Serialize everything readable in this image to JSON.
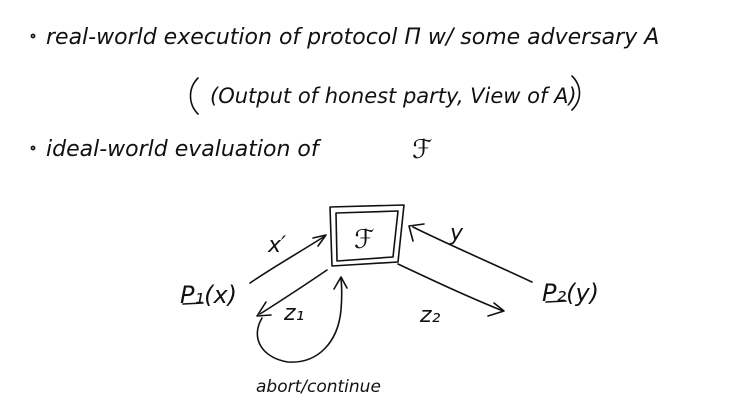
{
  "notes": {
    "bullet_1": "real-world execution of protocol Π w/ some adversary A",
    "bullet_1_detail": "(Output of honest party, View of A)",
    "bullet_2": "ideal-world evaluation of",
    "bullet_2_symbol": "ℱ"
  },
  "diagram": {
    "functionality_label": "ℱ",
    "party_1": "P₁(x)",
    "party_2": "P₂(y)",
    "arrow_p1_to_f": "x′",
    "arrow_p2_to_f": "y",
    "arrow_f_to_p1": "z₁",
    "arrow_f_to_p2": "z₂",
    "adversary_loop": "abort/continue"
  },
  "ink_color": "#111111"
}
